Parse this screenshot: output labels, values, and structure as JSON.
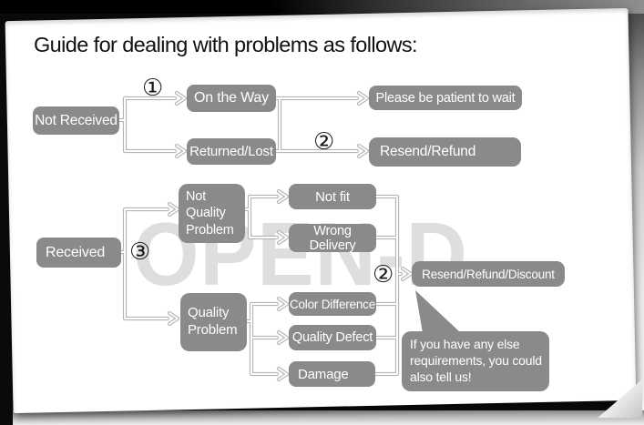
{
  "title": "Guide for dealing with problems as follows:",
  "watermark": "OPEN-D",
  "colors": {
    "node_fill": "#8a8a8a",
    "node_text": "#ffffff",
    "connector": "#b8b8b8",
    "watermark": "#dedede",
    "background_frame": "#000000"
  },
  "markers": {
    "step1": "①",
    "step2_shipping": "②",
    "step3": "③",
    "step2_received": "②"
  },
  "flow": {
    "not_received": "Not Received",
    "on_the_way": "On the Way",
    "please_wait": "Please be patient to wait",
    "returned_lost": "Returned/Lost",
    "resend_refund": "Resend/Refund",
    "received": "Received",
    "not_quality_problem": "Not Quality Problem",
    "quality_problem": "Quality Problem",
    "not_fit": "Not fit",
    "wrong_delivery": "Wrong Delivery",
    "color_difference": "Color Difference",
    "quality_defect": "Quality Defect",
    "damage": "Damage",
    "resend_refund_discount": "Resend/Refund/Discount",
    "note": "If you have any else requirements, you could also tell us!"
  }
}
